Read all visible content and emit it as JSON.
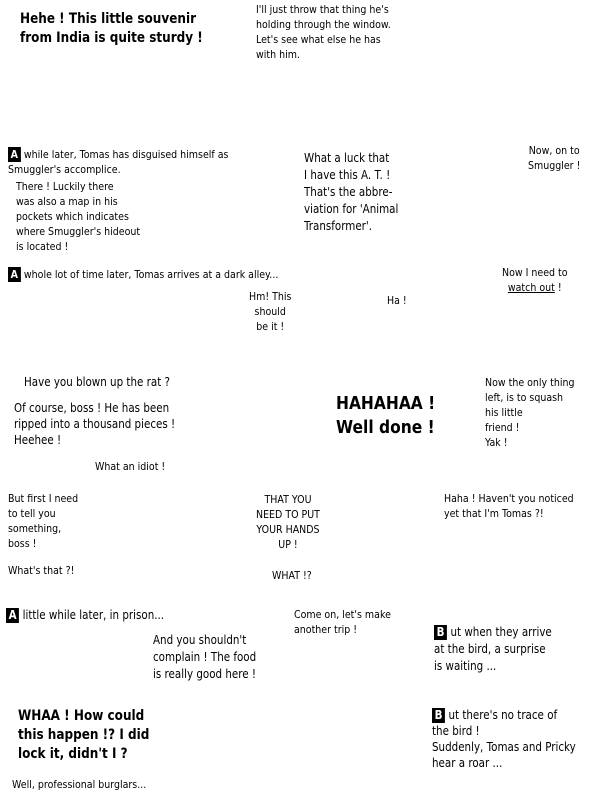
{
  "bubbles": {
    "b1": "Hehe !  This little souvenir\nfrom India is quite sturdy !",
    "b2": "I'll just throw that thing he's\nholding through the window.\nLet's see what else he has\nwith him.",
    "b3_text": "while later, Tomas has disguised himself as\nSmuggler's accomplice.",
    "b3_cap": "A",
    "b4": "What a luck that\nI have this A. T. !\nThat's the abbre-\nviation for 'Animal\nTransformer'.",
    "b5": "Now, on to\nSmuggler !",
    "b6": "There !  Luckily there\nwas also a map in his\npockets which indicates\nwhere Smuggler's hideout\nis located !",
    "b7_cap": "A",
    "b7_text": "whole lot of time later, Tomas arrives at a dark alley...",
    "b8_line1": "Now I need to",
    "b8_watch": "watch out",
    "b8_end": " !",
    "b9": "Hm! This\nshould\nbe it !",
    "b10": "Ha !",
    "b11": "Have you blown up the rat ?",
    "b12": "Of course, boss !   He has been\nripped into a thousand pieces !\nHeehee !",
    "b13": "HAHAHAA !\nWell done !",
    "b14": "Now the only thing\nleft, is to squash\nhis little\nfriend !\nYak !",
    "b15": "What an idiot !",
    "b16": "But first I need\nto tell you\nsomething,\n boss !",
    "b17": "THAT YOU\nNEED TO PUT\nYOUR HANDS\nUP !",
    "b18": "Haha !  Haven't you noticed\nyet that I'm Tomas ?!",
    "b19": "What's that ?!",
    "b20": "WHAT !?",
    "b21_cap": "A",
    "b21_text": "little while later, in prison...",
    "b22": "Come on, let's make\nanother trip !",
    "b23_cap": "B",
    "b23_text": "ut when they arrive\nat the bird, a surprise\nis waiting ...",
    "b24": "And you shouldn't\ncomplain !  The food\nis really good here !",
    "b25": "WHAA !  How could\nthis happen !?  I did\nlock it, didn't I ?",
    "b26_cap": "B",
    "b26_text": "ut there's no trace of\nthe bird !\nSuddenly, Tomas and Pricky\nhear a roar ...",
    "b27": "Well, professional burglars..."
  }
}
